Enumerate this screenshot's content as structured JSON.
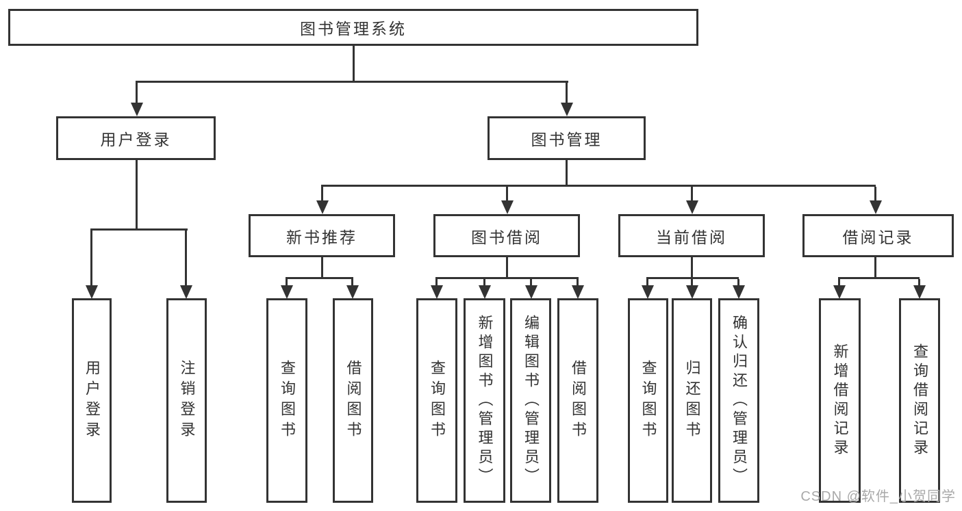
{
  "tree": {
    "root": "图书管理系统",
    "user_login": {
      "label": "用户登录",
      "children": [
        "用户登录",
        "注销登录"
      ]
    },
    "book_mgmt": {
      "label": "图书管理",
      "sections": [
        {
          "label": "新书推荐",
          "children": [
            "查询图书",
            "借阅图书"
          ]
        },
        {
          "label": "图书借阅",
          "children": [
            "查询图书",
            "新增图书（管理员）",
            "编辑图书（管理员）",
            "借阅图书"
          ]
        },
        {
          "label": "当前借阅",
          "children": [
            "查询图书",
            "归还图书",
            "确认归还（管理员）"
          ]
        },
        {
          "label": "借阅记录",
          "children": [
            "新增借阅记录",
            "查询借阅记录"
          ]
        }
      ]
    }
  },
  "watermark": "CSDN @软件_小贺同学",
  "colors": {
    "line": "#333333",
    "box_background": "#ffffff",
    "text": "#333333",
    "watermark": "#a9a9a9"
  }
}
